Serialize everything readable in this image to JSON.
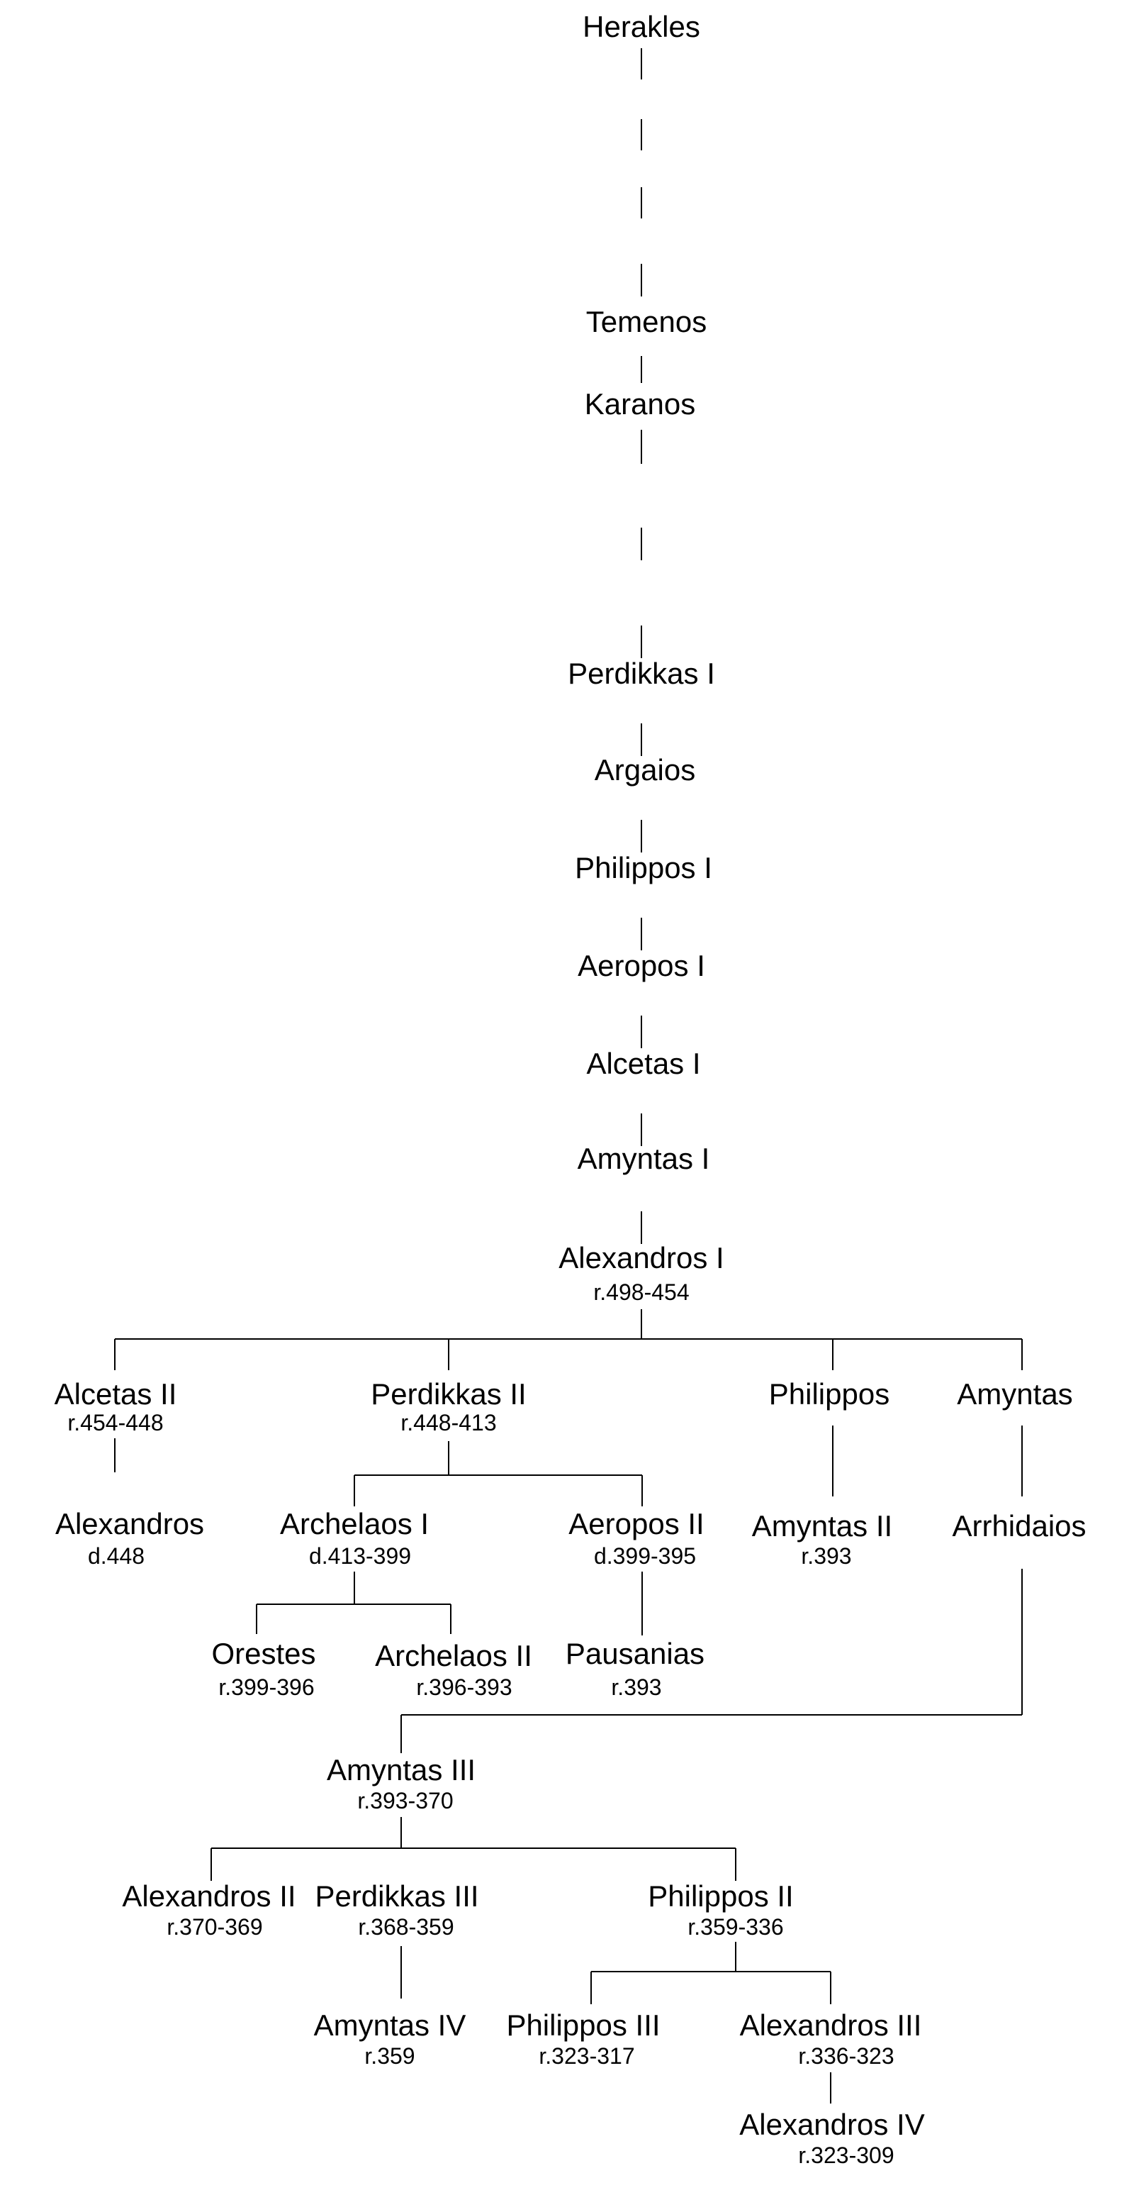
{
  "title": "",
  "nodes": {
    "herakles": {
      "name": "Herakles",
      "dates": ""
    },
    "temenos": {
      "name": "Temenos",
      "dates": ""
    },
    "karanos": {
      "name": "Karanos",
      "dates": ""
    },
    "perdikkas_i": {
      "name": "Perdikkas I",
      "dates": ""
    },
    "argaios": {
      "name": "Argaios",
      "dates": ""
    },
    "philippos_i": {
      "name": "Philippos I",
      "dates": ""
    },
    "aeropos_i": {
      "name": "Aeropos I",
      "dates": ""
    },
    "alcetas_i": {
      "name": "Alcetas I",
      "dates": ""
    },
    "amyntas_i": {
      "name": "Amyntas I",
      "dates": ""
    },
    "alexandros_i": {
      "name": "Alexandros I",
      "dates": "r.498-454"
    },
    "alcetas_ii": {
      "name": "Alcetas II",
      "dates": "r.454-448"
    },
    "perdikkas_ii": {
      "name": "Perdikkas II",
      "dates": "r.448-413"
    },
    "philippos": {
      "name": "Philippos",
      "dates": ""
    },
    "amyntas": {
      "name": "Amyntas",
      "dates": ""
    },
    "alexandros": {
      "name": "Alexandros",
      "dates": "d.448"
    },
    "archelaos_i": {
      "name": "Archelaos I",
      "dates": "d.413-399"
    },
    "aeropos_ii": {
      "name": "Aeropos II",
      "dates": "d.399-395"
    },
    "amyntas_ii": {
      "name": "Amyntas II",
      "dates": "r.393"
    },
    "arrhidaios": {
      "name": "Arrhidaios",
      "dates": ""
    },
    "orestes": {
      "name": "Orestes",
      "dates": "r.399-396"
    },
    "archelaos_ii": {
      "name": "Archelaos II",
      "dates": "r.396-393"
    },
    "pausanias": {
      "name": "Pausanias",
      "dates": "r.393"
    },
    "amyntas_iii": {
      "name": "Amyntas III",
      "dates": "r.393-370"
    },
    "alexandros_ii": {
      "name": "Alexandros II",
      "dates": "r.370-369"
    },
    "perdikkas_iii": {
      "name": "Perdikkas III",
      "dates": "r.368-359"
    },
    "philippos_ii": {
      "name": "Philippos II",
      "dates": "r.359-336"
    },
    "amyntas_iv": {
      "name": "Amyntas IV",
      "dates": "r.359"
    },
    "philippos_iii": {
      "name": "Philippos III",
      "dates": "r.323-317"
    },
    "alexandros_iii": {
      "name": "Alexandros III",
      "dates": "r.336-323"
    },
    "alexandros_iv": {
      "name": "Alexandros IV",
      "dates": "r.323-309"
    }
  }
}
